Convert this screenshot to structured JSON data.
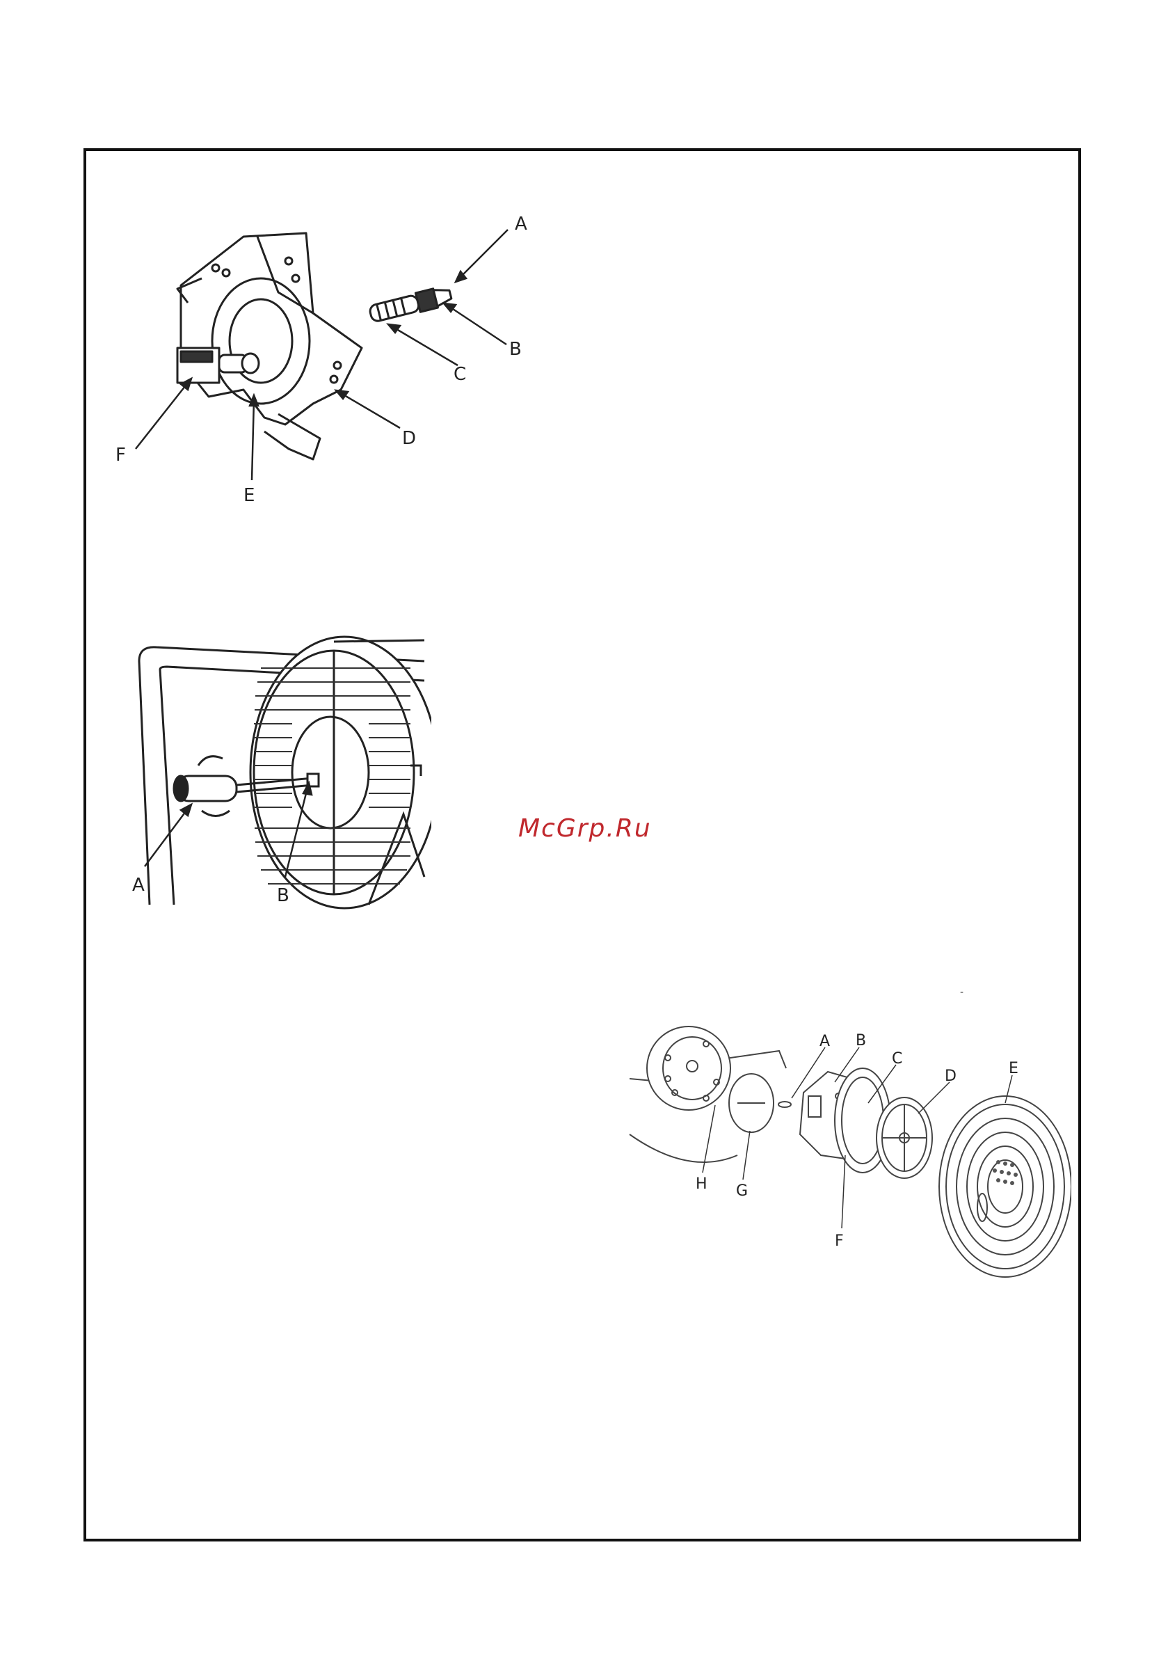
{
  "watermark": {
    "text": "McGrp.Ru",
    "color": "#c0282d"
  },
  "stray_mark": "-",
  "figure1": {
    "labels": {
      "A": "A",
      "B": "B",
      "C": "C",
      "D": "D",
      "E": "E",
      "F": "F"
    }
  },
  "figure2": {
    "labels": {
      "A": "A",
      "B": "B"
    }
  },
  "figure3": {
    "labels": {
      "A": "A",
      "B": "B",
      "C": "C",
      "D": "D",
      "E": "E",
      "F": "F",
      "G": "G",
      "H": "H"
    }
  }
}
